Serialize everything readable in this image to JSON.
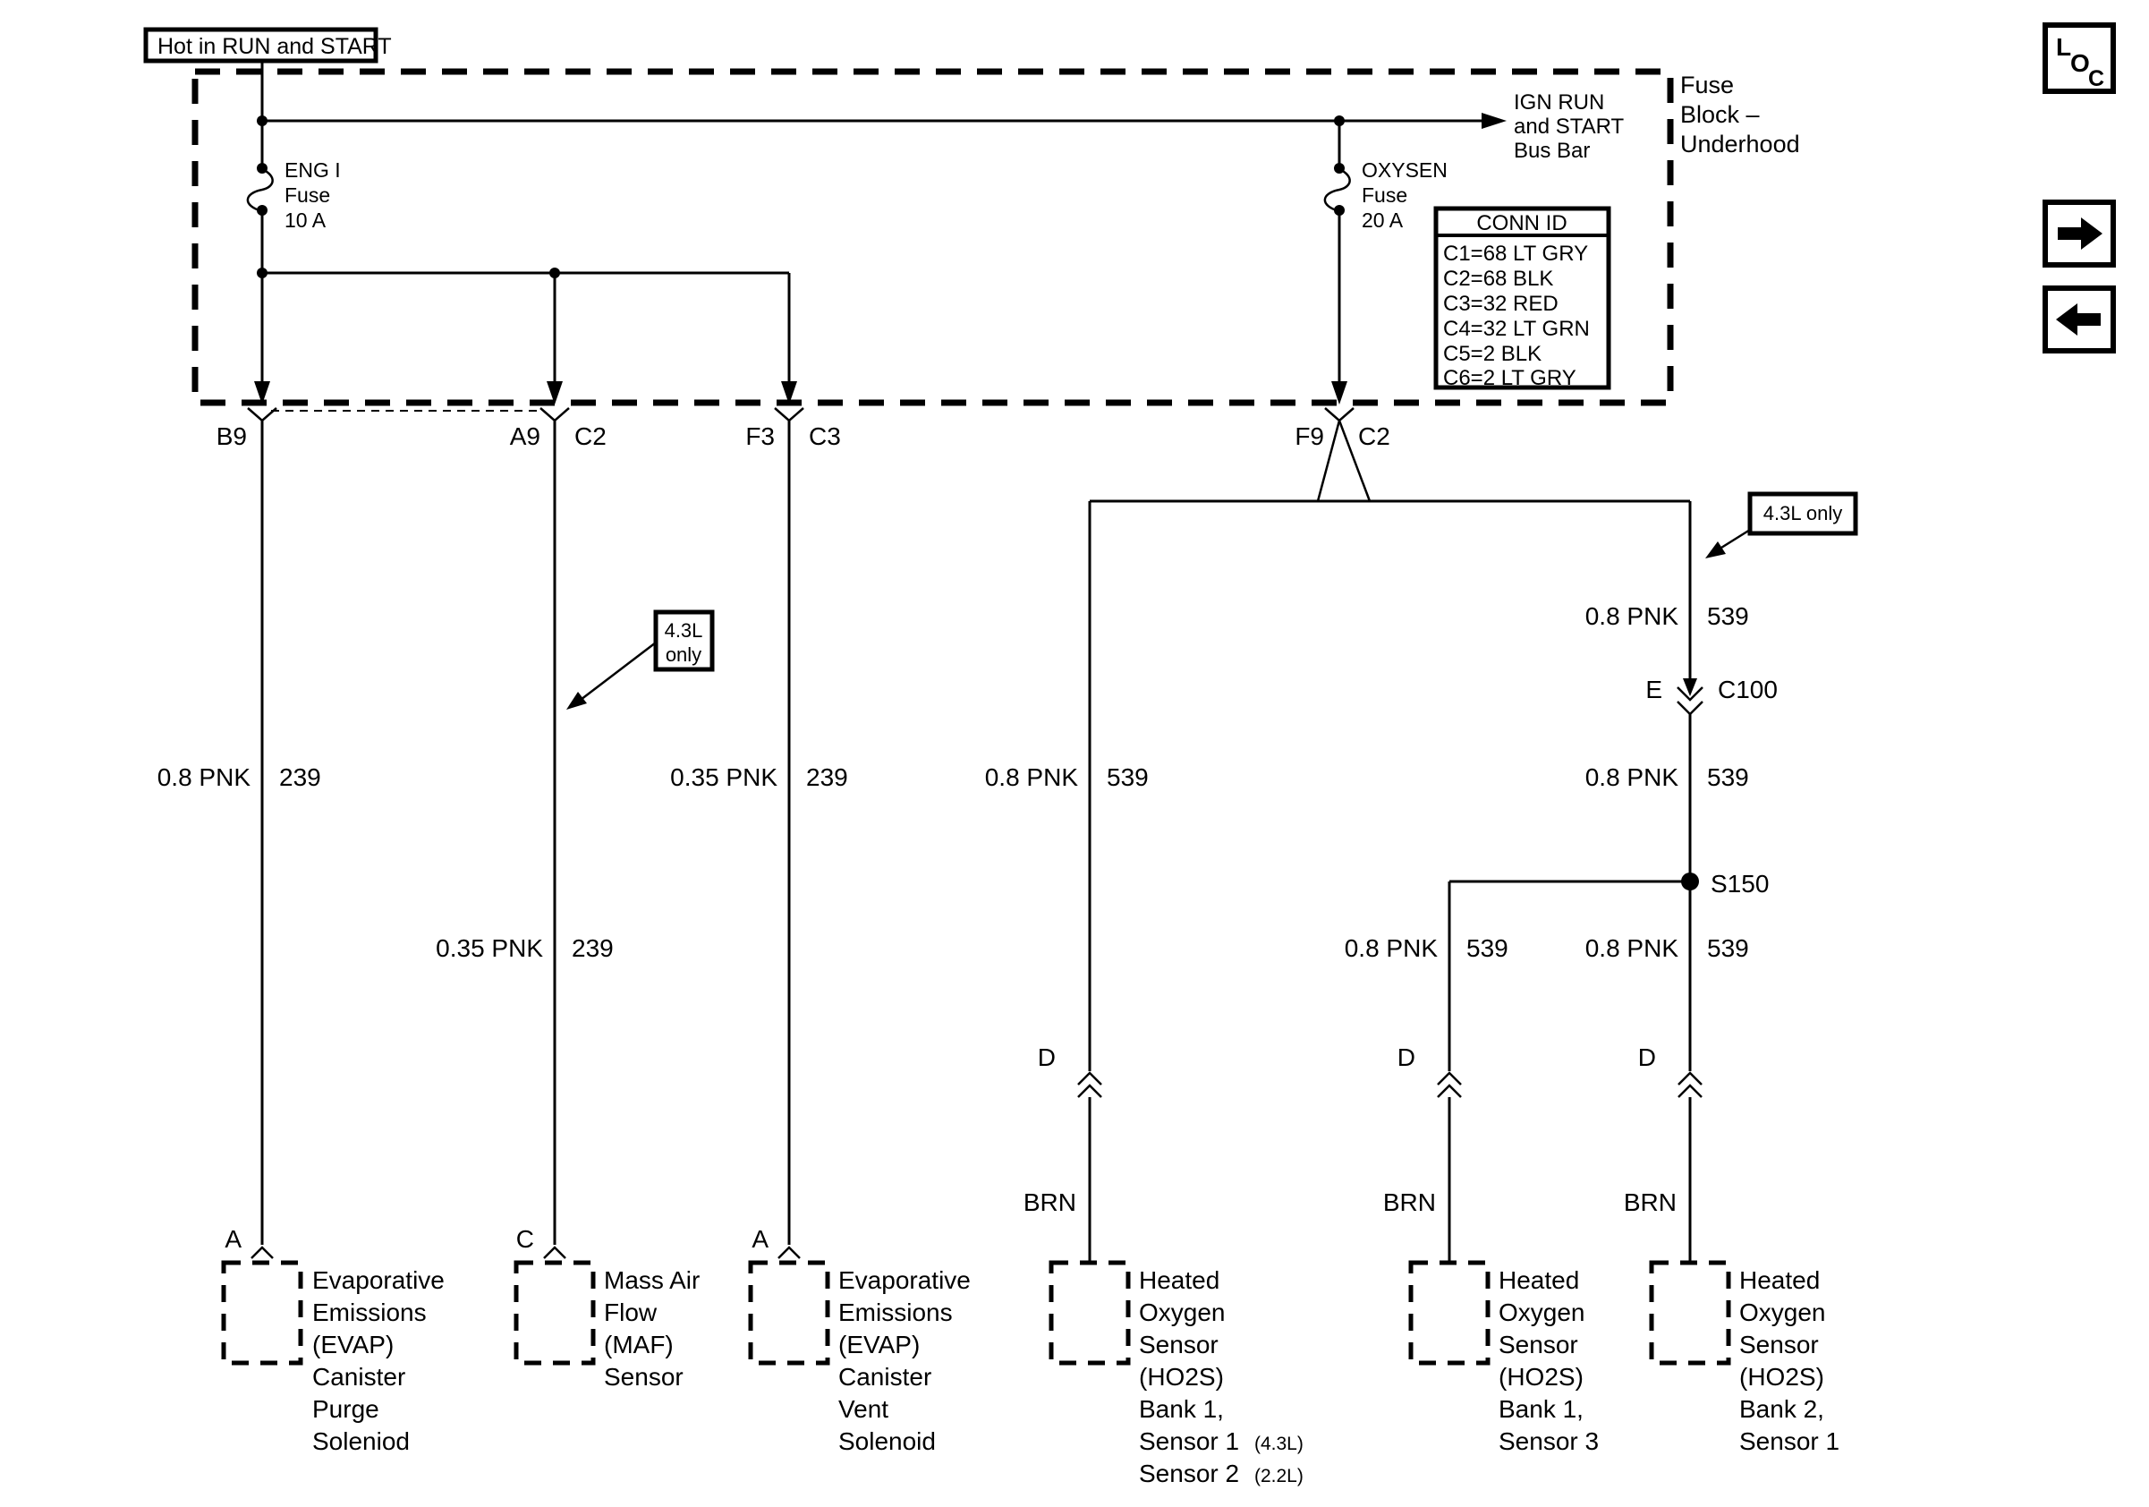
{
  "title_box": {
    "label": "Hot in RUN and START"
  },
  "fuse_block": {
    "name_line1": "Fuse",
    "name_line2": "Block –",
    "name_line3": "Underhood"
  },
  "bus_bar": {
    "line1": "IGN RUN",
    "line2": "and START",
    "line3": "Bus Bar"
  },
  "fuses": {
    "eng1_name": "ENG I",
    "eng1_type": "Fuse",
    "eng1_rating": "10 A",
    "oxysen_name": "OXYSEN",
    "oxysen_type": "Fuse",
    "oxysen_rating": "20 A"
  },
  "conn_id_table": {
    "title": "CONN ID",
    "rows": [
      "C1=68 LT GRY",
      "C2=68 BLK",
      "C3=32 RED",
      "C4=32 LT GRN",
      "C5=2 BLK",
      "C6=2 LT GRY"
    ]
  },
  "connector_labels": {
    "b9": "B9",
    "a9_pin": "A9",
    "a9_conn": "C2",
    "f3_pin": "F3",
    "f3_conn": "C3",
    "f9_pin": "F9",
    "f9_conn": "C2",
    "c100_pin": "E",
    "c100_name": "C100",
    "splice": "S150",
    "d1": "D",
    "d2": "D",
    "d3": "D",
    "evap_purge_pin": "A",
    "maf_pin": "C",
    "evap_vent_pin": "A"
  },
  "notes": {
    "maf_43l_line1": "4.3L",
    "maf_43l_line2": "only",
    "right_43l": "4.3L only"
  },
  "wire_labels": {
    "evap_purge_size": "0.8 PNK",
    "evap_purge_circuit": "239",
    "maf_size": "0.35 PNK",
    "maf_circuit": "239",
    "evap_vent_size": "0.35 PNK",
    "evap_vent_circuit": "239",
    "ho2s1_size": "0.8 PNK",
    "ho2s1_circuit": "539",
    "right_upper_size": "0.8 PNK",
    "right_upper_circuit": "539",
    "right_lower_size": "0.8 PNK",
    "right_lower_circuit": "539",
    "bank1s3_size": "0.8 PNK",
    "bank1s3_circuit": "539",
    "bank2s1_size": "0.8 PNK",
    "bank2s1_circuit": "539",
    "brn1": "BRN",
    "brn2": "BRN",
    "brn3": "BRN"
  },
  "components": {
    "evap_purge": [
      "Evaporative",
      "Emissions",
      "(EVAP)",
      "Canister",
      "Purge",
      "Soleniod"
    ],
    "maf": [
      "Mass Air",
      "Flow",
      "(MAF)",
      "Sensor"
    ],
    "evap_vent": [
      "Evaporative",
      "Emissions",
      "(EVAP)",
      "Canister",
      "Vent",
      "Solenoid"
    ],
    "ho2s1": [
      "Heated",
      "Oxygen",
      "Sensor",
      "(HO2S)",
      "Bank 1,"
    ],
    "ho2s1_s1": "Sensor 1",
    "ho2s1_s1_note": "(4.3L)",
    "ho2s1_s2": "Sensor 2",
    "ho2s1_s2_note": "(2.2L)",
    "ho2s2": [
      "Heated",
      "Oxygen",
      "Sensor",
      "(HO2S)",
      "Bank 1,",
      "Sensor 3"
    ],
    "ho2s3": [
      "Heated",
      "Oxygen",
      "Sensor",
      "(HO2S)",
      "Bank 2,",
      "Sensor 1"
    ]
  },
  "nav": {
    "loc_l": "L",
    "loc_o": "O",
    "loc_c": "C"
  },
  "colors": {
    "ink": "#000000",
    "paper": "#ffffff"
  }
}
